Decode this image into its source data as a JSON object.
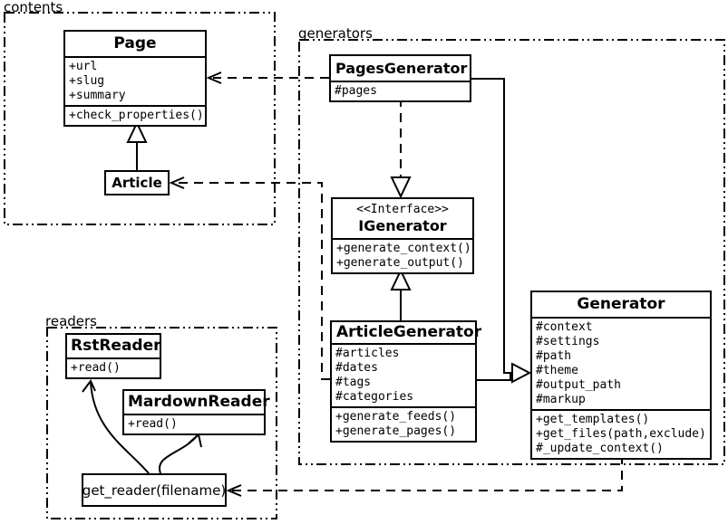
{
  "diagram": {
    "packages": {
      "contents": {
        "label": "contents"
      },
      "generators": {
        "label": "generators"
      },
      "readers": {
        "label": "readers"
      }
    },
    "classes": {
      "page": {
        "name": "Page",
        "attributes": [
          "+url",
          "+slug",
          "+summary"
        ],
        "methods": [
          "+check_properties()"
        ]
      },
      "article": {
        "name": "Article"
      },
      "pages_generator": {
        "name": "PagesGenerator",
        "attributes": [
          "#pages"
        ]
      },
      "igenerator": {
        "stereotype": "<<Interface>>",
        "name": "IGenerator",
        "methods": [
          "+generate_context()",
          "+generate_output()"
        ]
      },
      "article_generator": {
        "name": "ArticleGenerator",
        "attributes": [
          "#articles",
          "#dates",
          "#tags",
          "#categories"
        ],
        "methods": [
          "+generate_feeds()",
          "+generate_pages()"
        ]
      },
      "generator": {
        "name": "Generator",
        "attributes": [
          "#context",
          "#settings",
          "#path",
          "#theme",
          "#output_path",
          "#markup"
        ],
        "methods": [
          "+get_templates()",
          "+get_files(path,exclude)",
          "#_update_context()"
        ]
      },
      "rst_reader": {
        "name": "RstReader",
        "methods": [
          "+read()"
        ]
      },
      "mardown_reader": {
        "name": "MardownReader",
        "methods": [
          "+read()"
        ]
      },
      "get_reader": {
        "label": "get_reader(filename)"
      }
    },
    "relationships": [
      {
        "from": "Article",
        "to": "Page",
        "type": "generalization"
      },
      {
        "from": "PagesGenerator",
        "to": "Page",
        "type": "dependency"
      },
      {
        "from": "PagesGenerator",
        "to": "IGenerator",
        "type": "realization"
      },
      {
        "from": "PagesGenerator",
        "to": "Generator",
        "type": "generalization"
      },
      {
        "from": "ArticleGenerator",
        "to": "IGenerator",
        "type": "generalization"
      },
      {
        "from": "ArticleGenerator",
        "to": "Generator",
        "type": "generalization"
      },
      {
        "from": "ArticleGenerator",
        "to": "Article",
        "type": "dependency"
      },
      {
        "from": "Generator",
        "to": "get_reader(filename)",
        "type": "dependency"
      },
      {
        "from": "get_reader(filename)",
        "to": "RstReader",
        "type": "arrow"
      },
      {
        "from": "get_reader(filename)",
        "to": "MardownReader",
        "type": "arrow"
      }
    ],
    "colors": {
      "line": "#000000",
      "background": "#ffffff"
    }
  }
}
